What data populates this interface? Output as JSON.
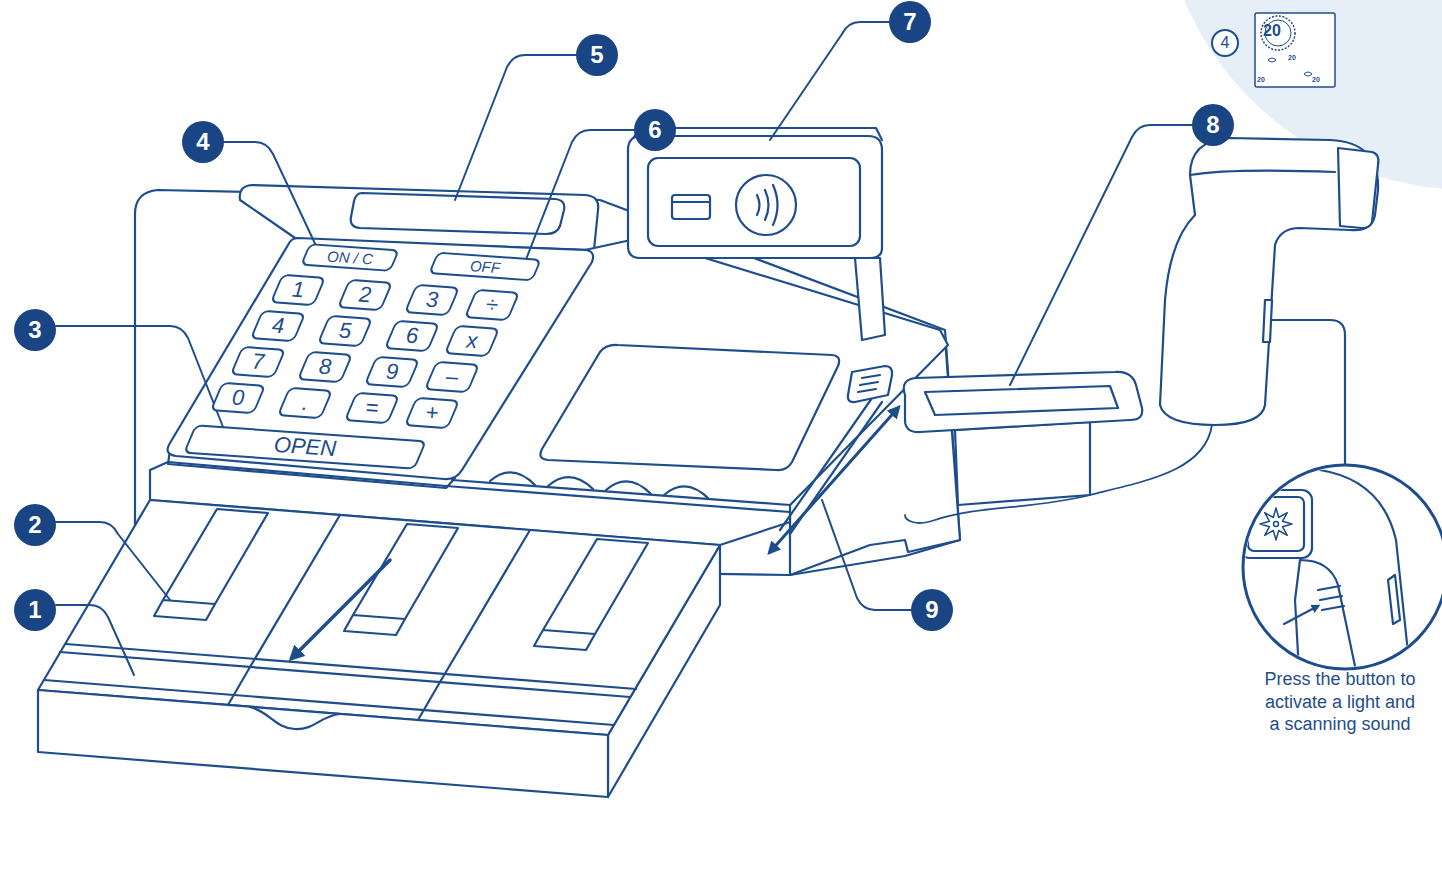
{
  "diagram": {
    "nodes": [
      {
        "text": [
          "1"
        ]
      },
      {
        "text": [
          "2"
        ]
      },
      {
        "text": [
          "3"
        ]
      },
      {
        "text": [
          "4"
        ]
      },
      {
        "text": [
          "5"
        ]
      },
      {
        "text": [
          "6"
        ]
      },
      {
        "text": [
          "7"
        ]
      },
      {
        "text": [
          "8"
        ]
      },
      {
        "text": [
          "9"
        ]
      },
      {
        "text": [
          "4"
        ]
      },
      {
        "text": [
          "20",
          "20",
          "20",
          "20"
        ]
      },
      {
        "text": [
          "ON / C"
        ]
      },
      {
        "text": [
          "OFF"
        ]
      },
      {
        "text": [
          "1"
        ]
      },
      {
        "text": [
          "2"
        ]
      },
      {
        "text": [
          "3"
        ]
      },
      {
        "text": [
          "÷"
        ]
      },
      {
        "text": [
          "4"
        ]
      },
      {
        "text": [
          "5"
        ]
      },
      {
        "text": [
          "6"
        ]
      },
      {
        "text": [
          "x"
        ]
      },
      {
        "text": [
          "7"
        ]
      },
      {
        "text": [
          "8"
        ]
      },
      {
        "text": [
          "9"
        ]
      },
      {
        "text": [
          "–"
        ]
      },
      {
        "text": [
          "0"
        ]
      },
      {
        "text": [
          "."
        ]
      },
      {
        "text": [
          "="
        ]
      },
      {
        "text": [
          "+"
        ]
      },
      {
        "text": [
          "OPEN"
        ]
      }
    ],
    "labels": [
      "Press the button to activate a light and a scanning sound"
    ]
  }
}
